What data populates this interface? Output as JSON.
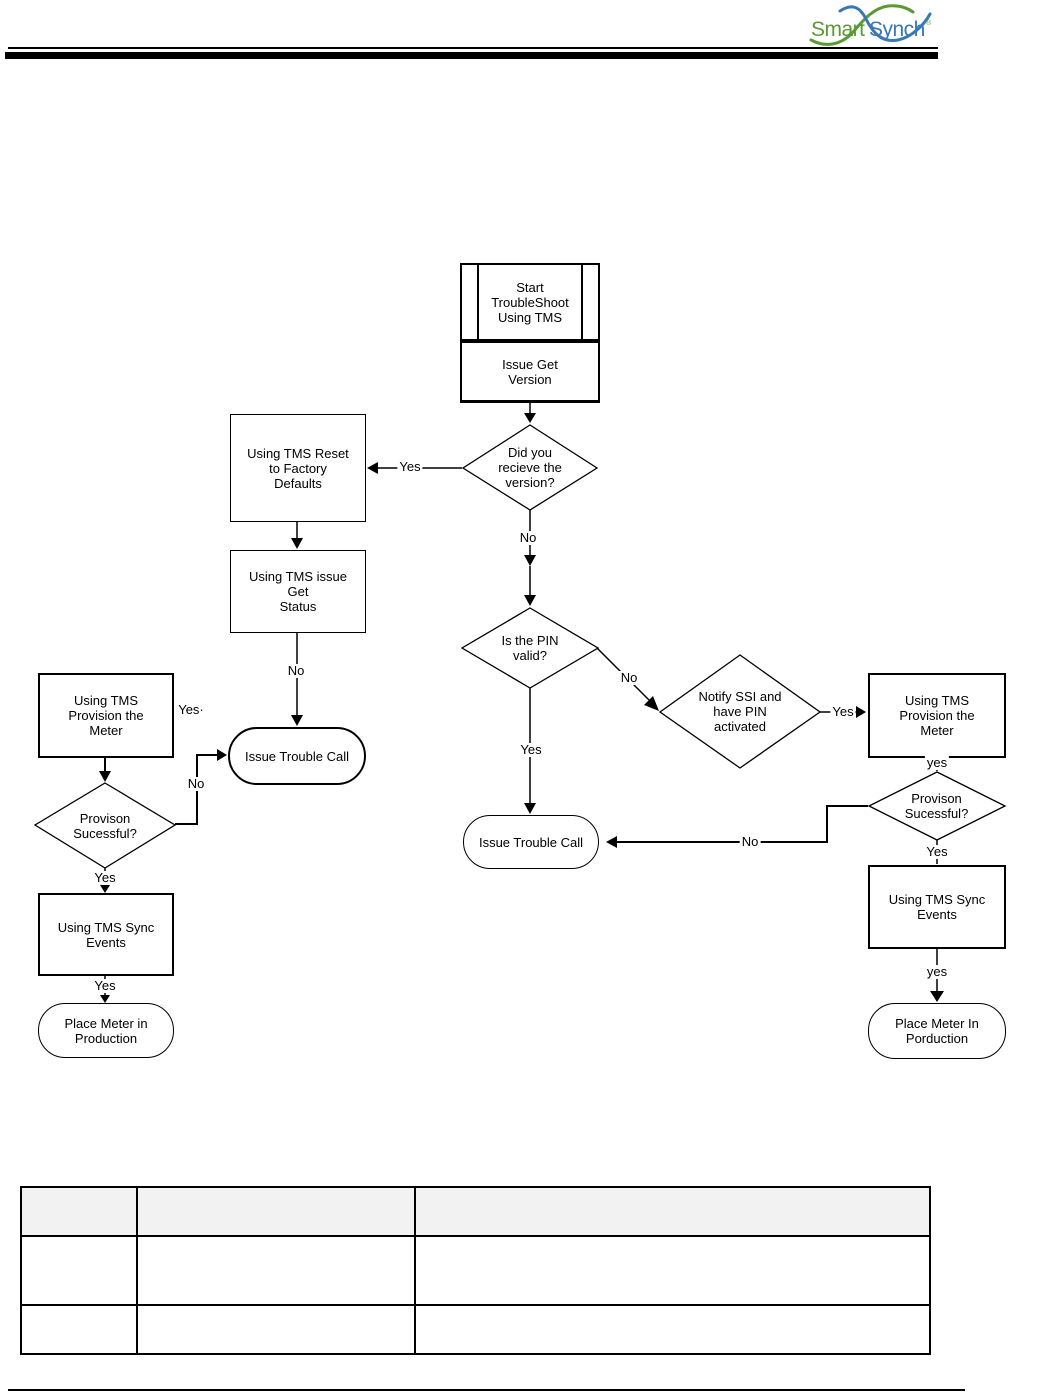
{
  "logo": {
    "smart": "Smart",
    "synch": "Synch",
    "trademark": "®",
    "green": "#5a9a33",
    "blue": "#3878b4"
  },
  "flowchart": {
    "nodes": {
      "start": "Start\nTroubleShoot\nUsing TMS",
      "issue_get_version": "Issue Get\nVersion",
      "did_you_receive_version": "Did you\nrecieve the\nversion?",
      "reset_factory_defaults": "Using TMS Reset\nto Factory\nDefaults",
      "issue_get_status": "Using TMS issue\nGet\nStatus",
      "issue_trouble_call_left": "Issue Trouble Call",
      "provision_meter_left": "Using TMS\nProvision the\nMeter",
      "provision_successful_left": "Provison\nSucessful?",
      "sync_events_left": "Using TMS Sync\nEvents",
      "place_meter_left": "Place Meter in\nProduction",
      "is_pin_valid": "Is the PIN\nvalid?",
      "issue_trouble_call_center": "Issue Trouble Call",
      "notify_ssi": "Notify SSI and\nhave PIN\nactivated",
      "provision_meter_right": "Using TMS\nProvision the\nMeter",
      "provision_successful_right": "Provison\nSucessful?",
      "sync_events_right": "Using TMS Sync\nEvents",
      "place_meter_right": "Place Meter In\nPorduction"
    },
    "edge_labels": {
      "receive_yes": "Yes",
      "receive_no": "No",
      "get_status_no": "No",
      "provision_left_yes": "Yes·",
      "provision_left_no": "No",
      "provision_successful_left_yes": "Yes",
      "sync_left_yes": "Yes",
      "pin_no": "No",
      "pin_yes": "Yes",
      "notify_yes": "Yes",
      "provision_right_yes_top": "yes",
      "provision_right_no": "No",
      "provision_right_yes": "Yes",
      "sync_right_yes": "yes"
    }
  },
  "table": {
    "header": [
      "",
      "",
      ""
    ],
    "rows": [
      [
        "",
        "",
        ""
      ],
      [
        "",
        "",
        ""
      ]
    ]
  }
}
